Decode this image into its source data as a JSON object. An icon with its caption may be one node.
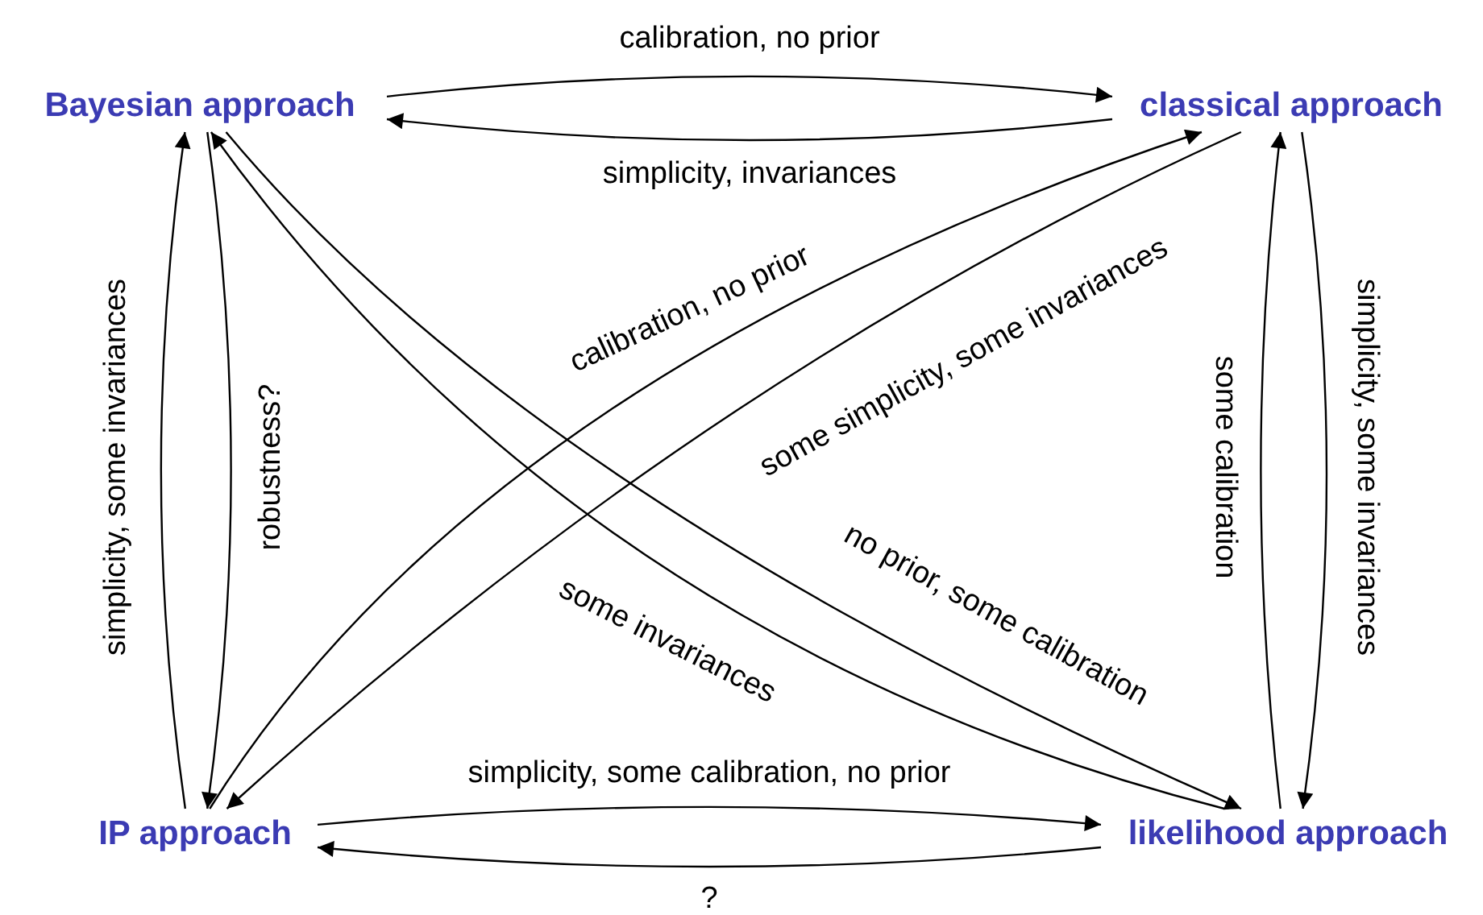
{
  "diagram": {
    "nodes": [
      {
        "text": [
          "Bayesian approach"
        ]
      },
      {
        "text": [
          "classical approach"
        ]
      },
      {
        "text": [
          "IP approach"
        ]
      },
      {
        "text": [
          "likelihood approach"
        ]
      }
    ],
    "edges": [
      {
        "from": 0,
        "to": 1,
        "arrow": "to",
        "label": "calibration, no prior"
      },
      {
        "from": 1,
        "to": 0,
        "arrow": "to",
        "label": "simplicity, invariances"
      },
      {
        "from": 2,
        "to": 0,
        "arrow": "to",
        "label": "simplicity, some invariances"
      },
      {
        "from": 0,
        "to": 2,
        "arrow": "to",
        "label": "robustness?"
      },
      {
        "from": 2,
        "to": 1,
        "arrow": "to",
        "label": "calibration, no prior"
      },
      {
        "from": 1,
        "to": 2,
        "arrow": "to",
        "label": "some simplicity, some invariances"
      },
      {
        "from": 0,
        "to": 3,
        "arrow": "to",
        "label": "no prior, some calibration"
      },
      {
        "from": 3,
        "to": 0,
        "arrow": "to",
        "label": "some invariances"
      },
      {
        "from": 2,
        "to": 3,
        "arrow": "to",
        "label": "simplicity, some calibration, no prior"
      },
      {
        "from": 3,
        "to": 2,
        "arrow": "to",
        "label": "?"
      },
      {
        "from": 3,
        "to": 1,
        "arrow": "to",
        "label": "some calibration"
      },
      {
        "from": 1,
        "to": 3,
        "arrow": "to",
        "label": "simplicity, some invariances"
      }
    ]
  }
}
